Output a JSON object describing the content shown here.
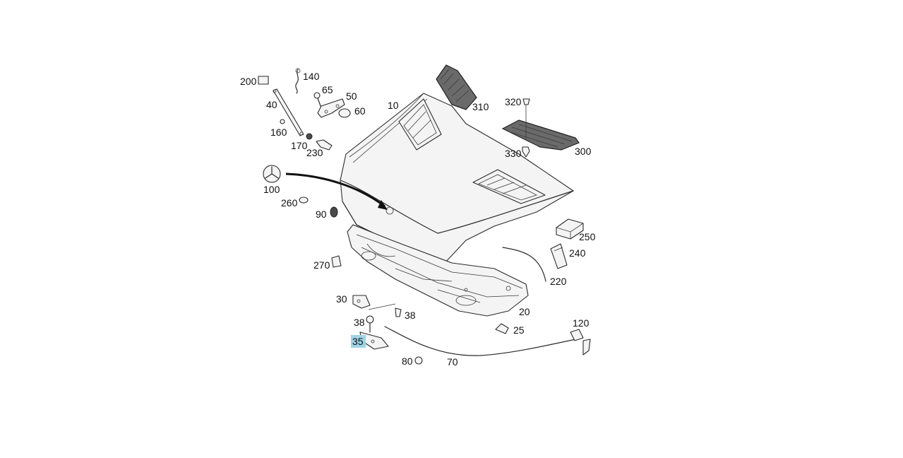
{
  "diagram": {
    "highlight_color": "#9fd3e6",
    "labels": {
      "l200": "200",
      "l140": "140",
      "l65": "65",
      "l50": "50",
      "l60": "60",
      "l40": "40",
      "l160": "160",
      "l170": "170",
      "l230": "230",
      "l10": "10",
      "l310": "310",
      "l320": "320",
      "l300": "300",
      "l330": "330",
      "l100": "100",
      "l260": "260",
      "l90": "90",
      "l250": "250",
      "l240": "240",
      "l270": "270",
      "l220": "220",
      "l30": "30",
      "l38a": "38",
      "l38b": "38",
      "l20": "20",
      "l120": "120",
      "l25": "25",
      "l35": "35",
      "l80": "80",
      "l70": "70"
    }
  }
}
